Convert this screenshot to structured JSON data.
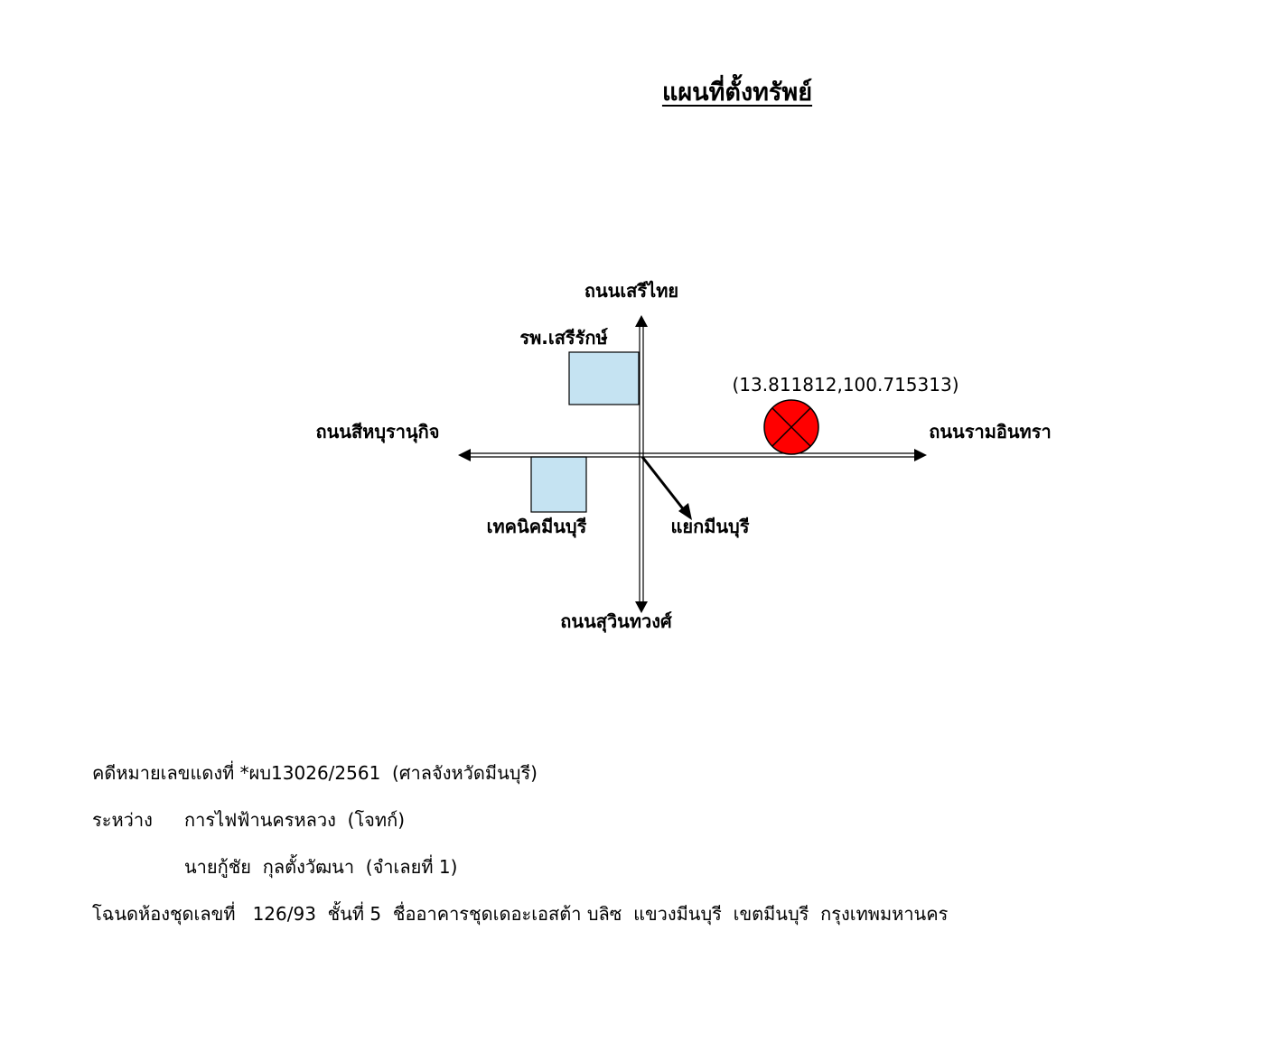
{
  "title": "แผนที่ตั้งทรัพย์",
  "map": {
    "roads": {
      "north": "ถนนเสรีไทย",
      "south": "ถนนสุวินทวงศ์",
      "west": "ถนนสีหบุรานุกิจ",
      "east": "ถนนรามอินทรา",
      "diagonal": "แยกมีนบุรี"
    },
    "landmarks": {
      "hospital": "รพ.เสรีรักษ์",
      "college": "เทคนิคมีนบุรี"
    },
    "property_marker": {
      "coordinates": "(13.811812,100.715313)",
      "fill_color": "#ff0000"
    },
    "landmark_fill_color": "#c5e3f2"
  },
  "info": {
    "case_line": "คดีหมายเลขแดงที่ *ผบ13026/2561  (ศาลจังหวัดมีนบุรี)",
    "between_label": "ระหว่าง",
    "plaintiff": "การไฟฟ้านครหลวง  (โจทก์)",
    "defendant": "นายกู้ชัย  กุลตั้งวัฒนา  (จำเลยที่ 1)",
    "deed_line": "โฉนดห้องชุดเลขที่   126/93  ชั้นที่ 5  ชื่ออาคารชุดเดอะเอสต้า บลิซ  แขวงมีนบุรี  เขตมีนบุรี  กรุงเทพมหานคร"
  }
}
